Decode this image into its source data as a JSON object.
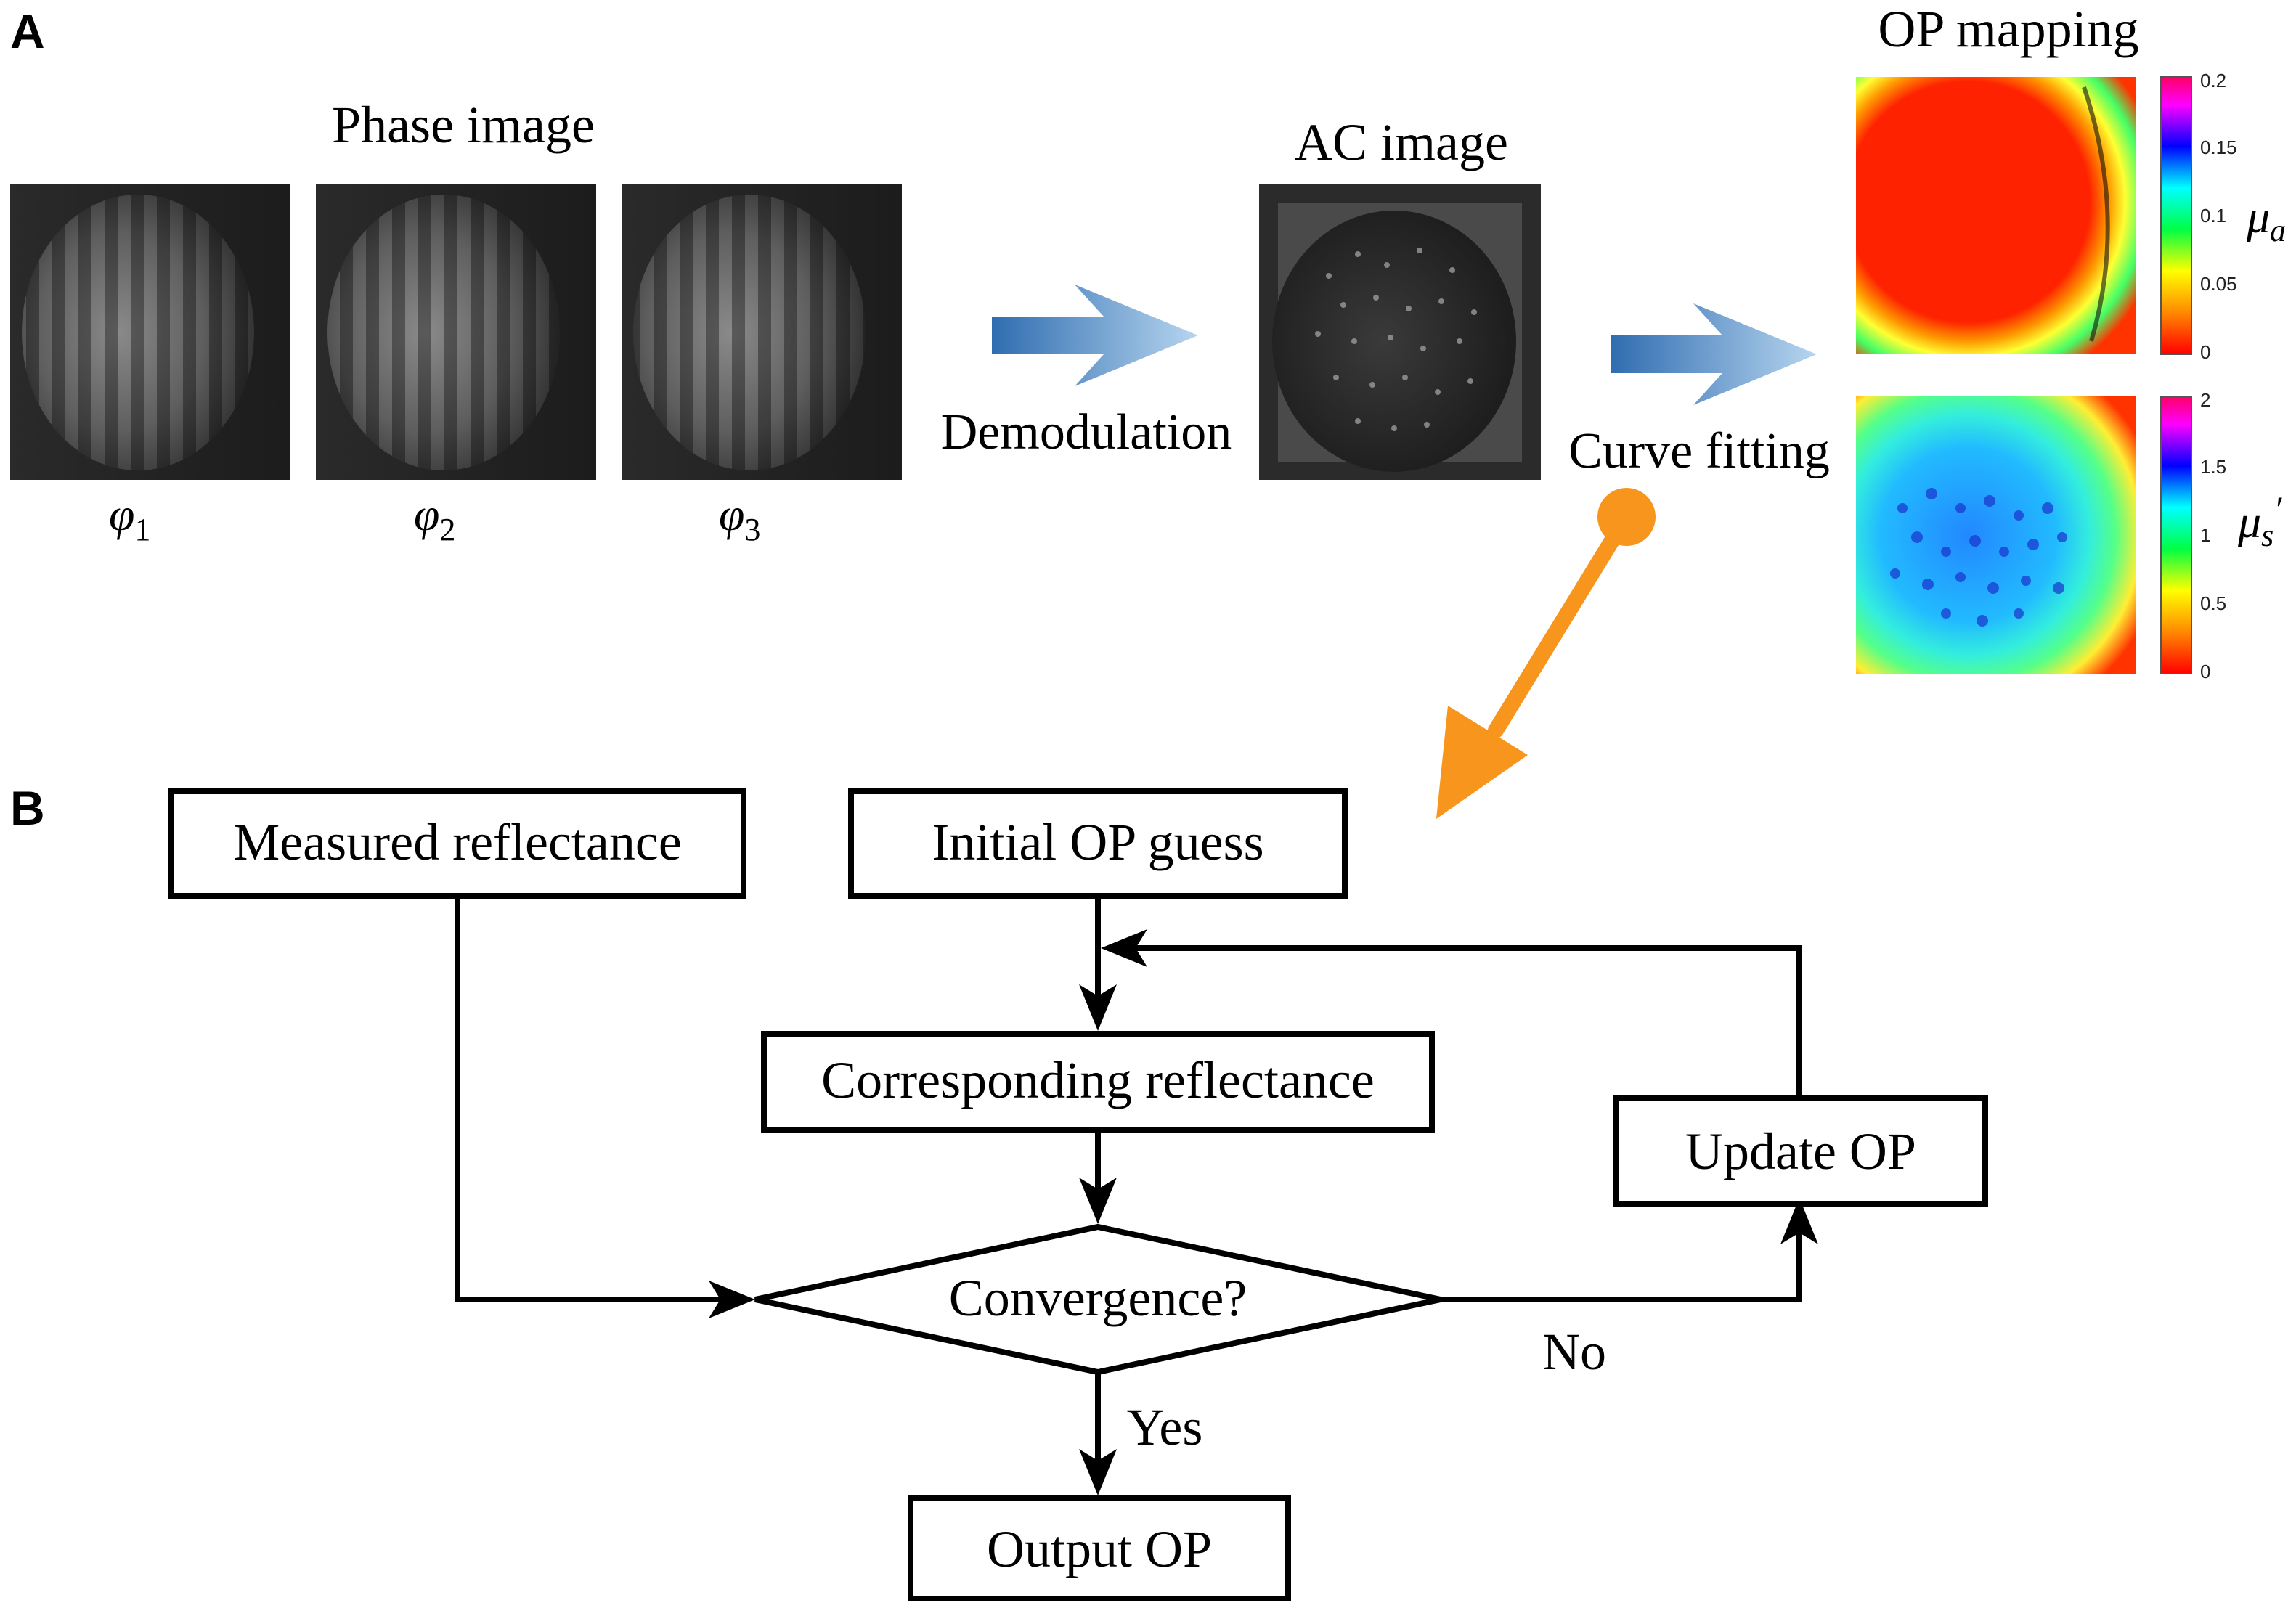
{
  "panel_a": {
    "label": "A",
    "phase_title": "Phase image",
    "phase_labels": [
      {
        "sym": "φ",
        "sub": "1"
      },
      {
        "sym": "φ",
        "sub": "2"
      },
      {
        "sym": "φ",
        "sub": "3"
      }
    ],
    "demod_label": "Demodulation",
    "ac_title": "AC image",
    "curve_label": "Curve fitting",
    "op_title": "OP mapping",
    "mua": {
      "sym": "μ",
      "sub": "a",
      "ticks": [
        "0.2",
        "0.15",
        "0.1",
        "0.05",
        "0"
      ]
    },
    "mus": {
      "sym": "μ",
      "sub": "s",
      "prime": "′",
      "ticks": [
        "2",
        "1.5",
        "1",
        "0.5",
        "0"
      ]
    }
  },
  "panel_b": {
    "label": "B",
    "measured": "Measured reflectance",
    "initial": "Initial OP guess",
    "corresponding": "Corresponding reflectance",
    "update": "Update OP",
    "convergence": "Convergence?",
    "no": "No",
    "yes": "Yes",
    "output": "Output OP"
  },
  "colors": {
    "blue_arrow_dark": "#2f6db0",
    "blue_arrow_light": "#b7d5ef",
    "orange_arrow": "#f7951d",
    "box_stroke": "#000000"
  }
}
